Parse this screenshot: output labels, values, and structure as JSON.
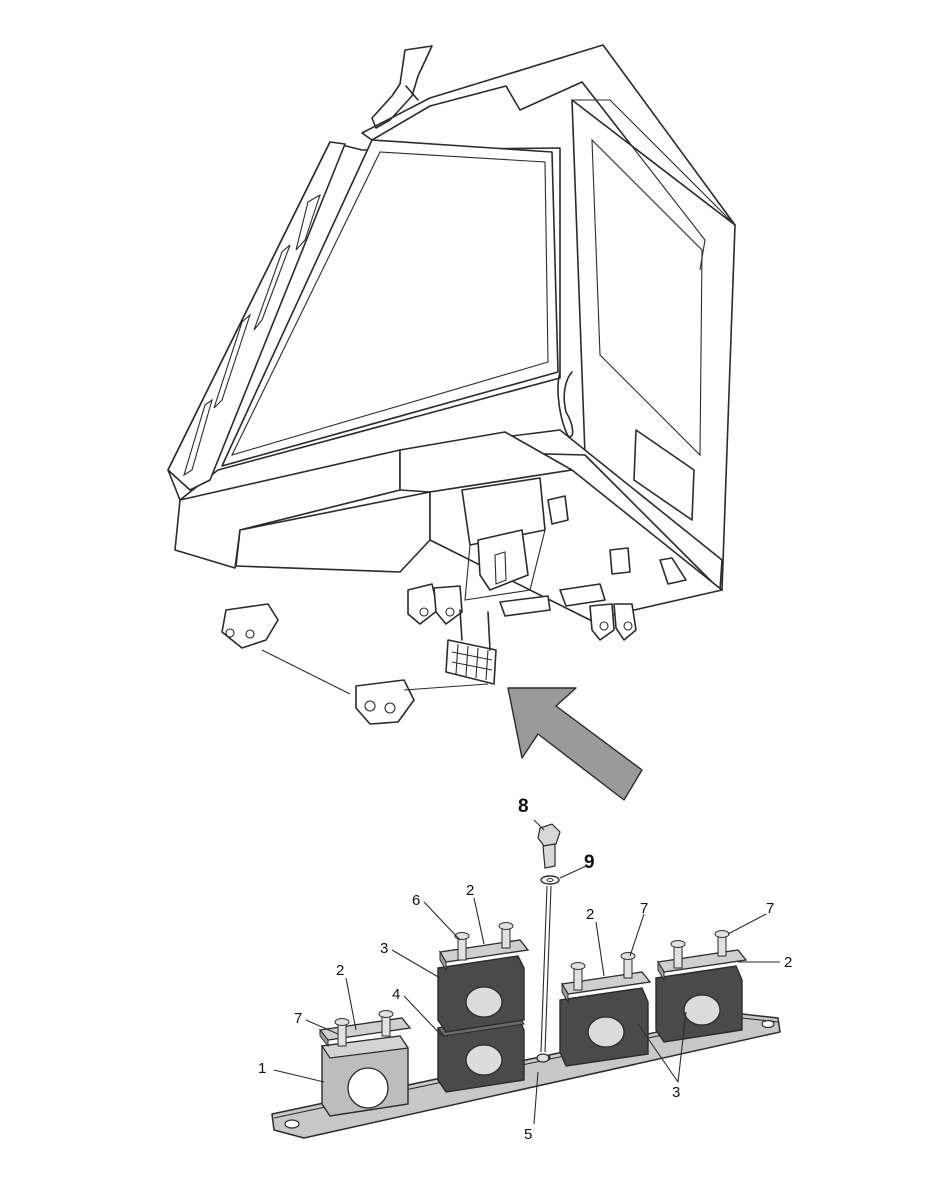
{
  "callouts": {
    "c1": "1",
    "c2a": "2",
    "c2b": "2",
    "c2c": "2",
    "c2d": "2",
    "c3a": "3",
    "c3b": "3",
    "c4": "4",
    "c5": "5",
    "c6": "6",
    "c7a": "7",
    "c7b": "7",
    "c7c": "7",
    "c8": "8",
    "c9": "9"
  },
  "colors": {
    "clamp_dark": "#4a4a4a",
    "clamp_light": "#bdbdbd",
    "rail": "#c8c8c8",
    "arrow": "#9a9a9a",
    "line": "#2b2b2b"
  }
}
